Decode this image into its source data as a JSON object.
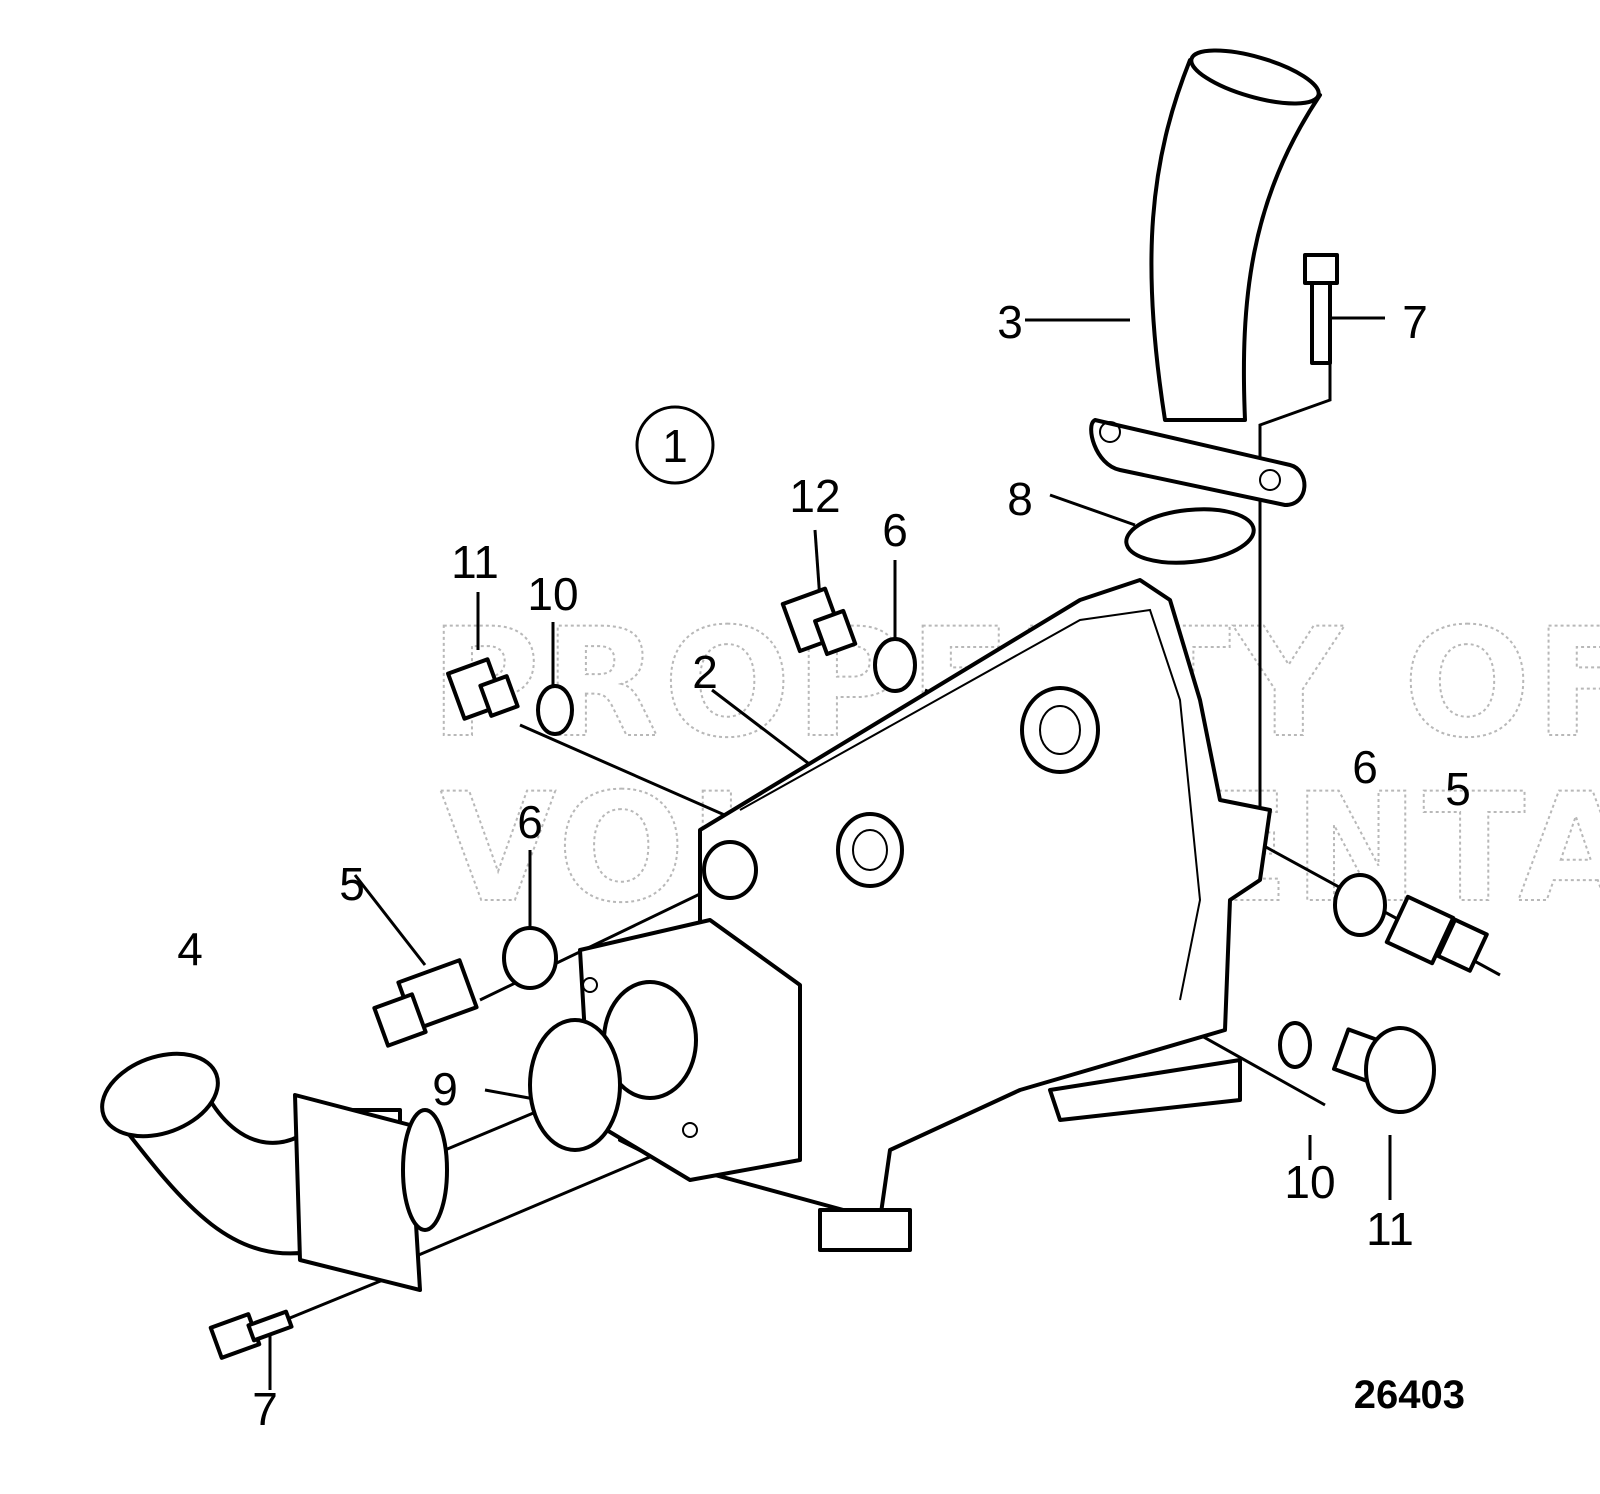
{
  "diagram": {
    "group_label": "1",
    "drawing_number": "26403",
    "watermark_line1": "PROPERTY OF",
    "watermark_line2": "VOLVO PENTA",
    "callouts": [
      {
        "id": "c3",
        "label": "3"
      },
      {
        "id": "c7a",
        "label": "7"
      },
      {
        "id": "c8",
        "label": "8"
      },
      {
        "id": "c12",
        "label": "12"
      },
      {
        "id": "c6a",
        "label": "6"
      },
      {
        "id": "c11a",
        "label": "11"
      },
      {
        "id": "c10a",
        "label": "10"
      },
      {
        "id": "c2",
        "label": "2"
      },
      {
        "id": "c6b",
        "label": "6"
      },
      {
        "id": "c5a",
        "label": "5"
      },
      {
        "id": "c4",
        "label": "4"
      },
      {
        "id": "c9",
        "label": "9"
      },
      {
        "id": "c6c",
        "label": "6"
      },
      {
        "id": "c5b",
        "label": "5"
      },
      {
        "id": "c10b",
        "label": "10"
      },
      {
        "id": "c11b",
        "label": "11"
      },
      {
        "id": "c7b",
        "label": "7"
      }
    ]
  }
}
